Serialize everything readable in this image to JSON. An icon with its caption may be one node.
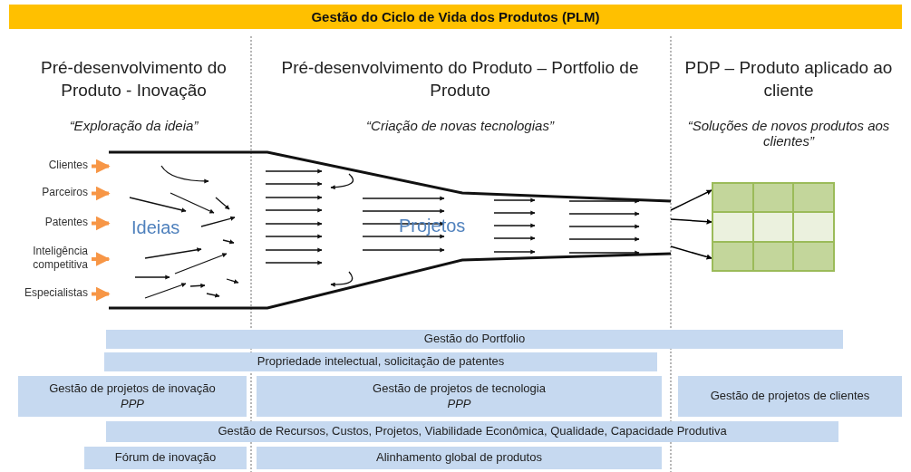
{
  "diagram": {
    "title": "Gestão do Ciclo de Vida dos Produtos (PLM)",
    "nodes": [
      {
        "text": [
          "Clientes"
        ]
      },
      {
        "text": [
          "Parceiros"
        ]
      },
      {
        "text": [
          "Patentes"
        ]
      },
      {
        "text": [
          "Inteligência competitiva"
        ]
      },
      {
        "text": [
          "Especialistas"
        ]
      },
      {
        "text": [
          "Ideias",
          "Projetos"
        ]
      },
      {
        "text": [],
        "shape": "box"
      },
      {
        "text": [
          "Gestão do Portfolio"
        ]
      },
      {
        "text": [
          "Propriedade intelectual, solicitação de patentes"
        ]
      },
      {
        "text": [
          "Gestão de projetos de inovação",
          "PPP"
        ]
      },
      {
        "text": [
          "Gestão de projetos de tecnologia",
          "PPP"
        ]
      },
      {
        "text": [
          "Gestão de projetos de clientes"
        ]
      },
      {
        "text": [
          "Gestão de Recursos, Custos, Projetos, Viabilidade Econômica, Qualidade, Capacidade Produtiva"
        ]
      },
      {
        "text": [
          "Fórum de inovação"
        ]
      },
      {
        "text": [
          "Alinhamento global de produtos"
        ]
      }
    ],
    "edges": [
      {
        "from": 0,
        "to": 5,
        "arrow": "to"
      },
      {
        "from": 1,
        "to": 5,
        "arrow": "to"
      },
      {
        "from": 2,
        "to": 5,
        "arrow": "to"
      },
      {
        "from": 3,
        "to": 5,
        "arrow": "to"
      },
      {
        "from": 4,
        "to": 5,
        "arrow": "to"
      },
      {
        "from": 5,
        "to": 6,
        "arrow": "to",
        "color": "#000000"
      },
      {
        "from": 5,
        "to": 6,
        "arrow": "to",
        "color": "#000000"
      },
      {
        "from": 5,
        "to": 6,
        "arrow": "to",
        "color": "#000000"
      }
    ],
    "labels": [
      "Pré-desenvolvimento do Produto - Inovação",
      "Pré-desenvolvimento do Produto – Portfolio de Produto",
      "PDP – Produto aplicado ao cliente",
      "“Exploração da ideia”",
      "“Criação de novas tecnologias”",
      "“Soluções de novos produtos aos clientes”"
    ]
  }
}
